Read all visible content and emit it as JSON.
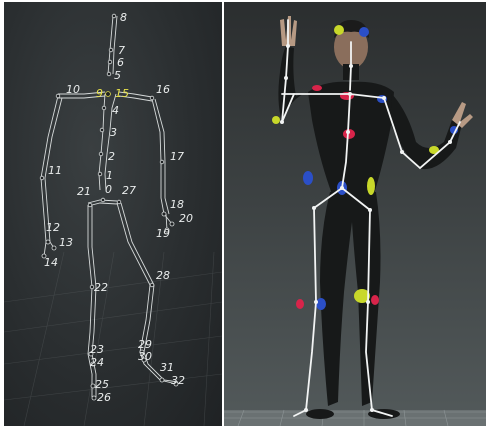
{
  "skeleton_joints": [
    {
      "label": "8"
    },
    {
      "label": "7"
    },
    {
      "label": "6"
    },
    {
      "label": "5"
    },
    {
      "label": "10"
    },
    {
      "label": "9",
      "highlight": true
    },
    {
      "label": "15",
      "highlight": true
    },
    {
      "label": "16"
    },
    {
      "label": "4"
    },
    {
      "label": "3"
    },
    {
      "label": "2"
    },
    {
      "label": "1"
    },
    {
      "label": "11"
    },
    {
      "label": "17"
    },
    {
      "label": "21"
    },
    {
      "label": "0"
    },
    {
      "label": "27"
    },
    {
      "label": "18"
    },
    {
      "label": "20"
    },
    {
      "label": "19"
    },
    {
      "label": "12"
    },
    {
      "label": "13"
    },
    {
      "label": "14"
    },
    {
      "label": "28"
    },
    {
      "label": "22"
    },
    {
      "label": "23"
    },
    {
      "label": "24"
    },
    {
      "label": "29"
    },
    {
      "label": "30"
    },
    {
      "label": "31"
    },
    {
      "label": "32"
    },
    {
      "label": "25"
    },
    {
      "label": "26"
    }
  ],
  "colors": {
    "wire": "#d6dada",
    "label": "#e9ecec",
    "label_highlight": "#e8e24a",
    "marker_red": "#d8244a",
    "marker_blue": "#2b4fc7",
    "marker_yellow": "#c8d82a",
    "suit": "#171919"
  }
}
